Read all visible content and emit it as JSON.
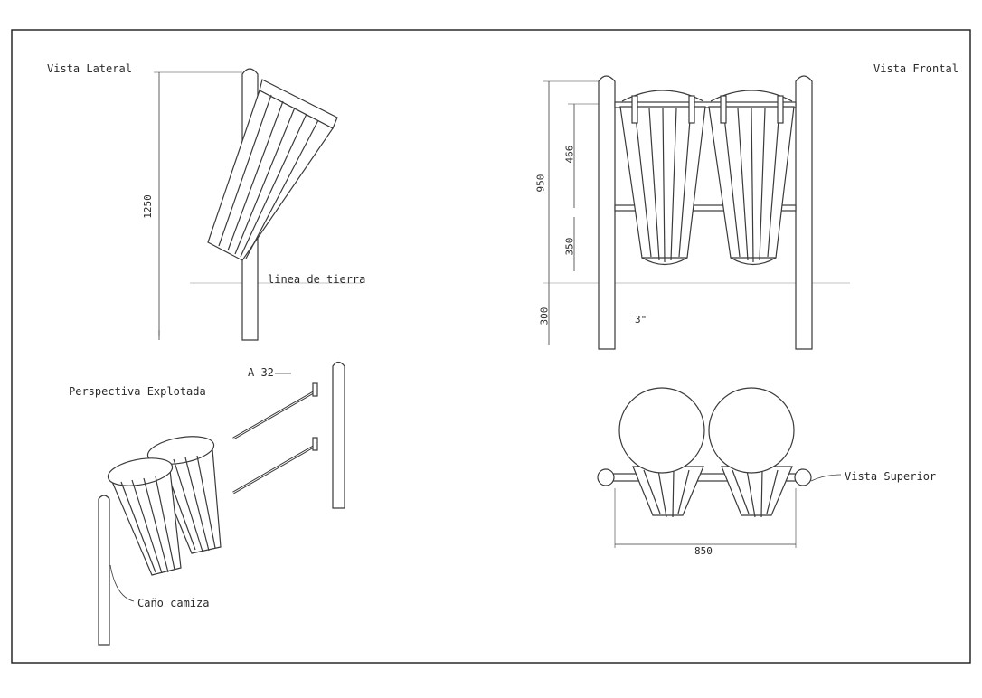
{
  "views": {
    "side": {
      "title": "Vista Lateral",
      "ground_label": "linea de tierra"
    },
    "front": {
      "title": "Vista Frontal",
      "pipe_size": "3\""
    },
    "top": {
      "title": "Vista Superior"
    },
    "exploded": {
      "title": "Perspectiva Explotada",
      "part_tag": "A 32",
      "sleeve_label": "Caño camiza"
    }
  },
  "dimensions": {
    "side_height": "1250",
    "front_total": "950",
    "front_bin": "466",
    "front_mid": "350",
    "front_base": "300",
    "top_width": "850"
  },
  "colors": {
    "line": "#3a3a3a",
    "frame": "#1a1a1a"
  }
}
